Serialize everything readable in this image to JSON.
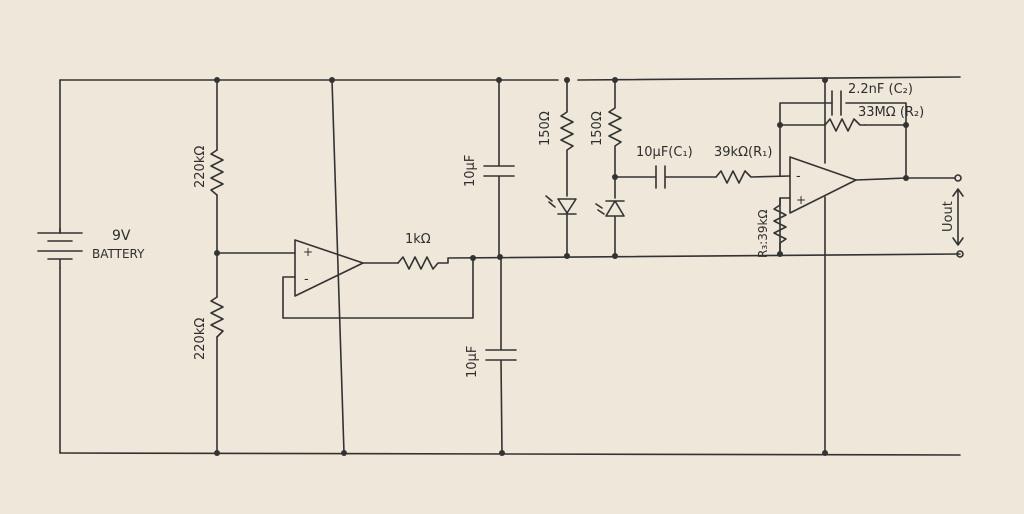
{
  "colors": {
    "paper": "#efe8da",
    "ink": "#333333"
  },
  "battery": {
    "voltage": "9V",
    "name": "BATTERY"
  },
  "divider": {
    "r_top": "220kΩ",
    "r_bottom": "220kΩ"
  },
  "buffer": {
    "r_out": "1kΩ",
    "plus": "+",
    "minus": "-"
  },
  "decoupling": {
    "c_top": "10µF",
    "c_bottom": "10µF"
  },
  "leds": {
    "r1": "150Ω",
    "r2": "150Ω"
  },
  "amp": {
    "c1": "10µF(C₁)",
    "r1": "39kΩ(R₁)",
    "c2": "2.2nF (C₂)",
    "r2": "33MΩ (R₂)",
    "r3": "R₃:39kΩ",
    "plus": "+",
    "minus": "-"
  },
  "output": {
    "label": "Uout"
  }
}
